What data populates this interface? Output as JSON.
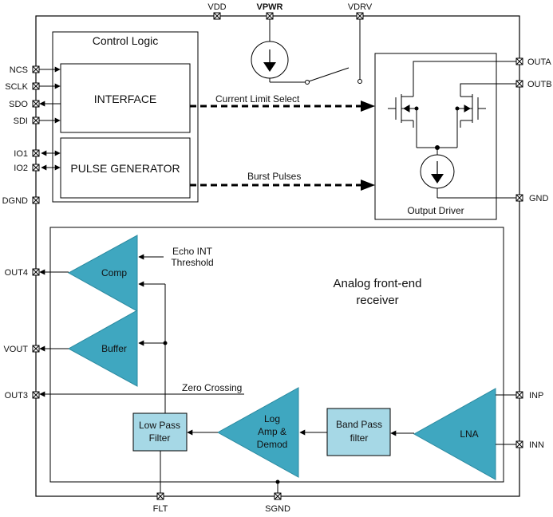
{
  "pins": {
    "vdd": "VDD",
    "vpwr": "VPWR",
    "vdrv": "VDRV",
    "ncs": "NCS",
    "sclk": "SCLK",
    "sdo": "SDO",
    "sdi": "SDI",
    "io1": "IO1",
    "io2": "IO2",
    "dgnd": "DGND",
    "outa": "OUTA",
    "outb": "OUTB",
    "gnd": "GND",
    "out4": "OUT4",
    "vout": "VOUT",
    "out3": "OUT3",
    "inp": "INP",
    "inn": "INN",
    "flt": "FLT",
    "sgnd": "SGND"
  },
  "blocks": {
    "control_logic": "Control Logic",
    "interface": "INTERFACE",
    "pulse_generator": "PULSE GENERATOR",
    "output_driver": "Output Driver",
    "comp": "Comp",
    "buffer": "Buffer",
    "low_pass_filter_1": "Low Pass",
    "low_pass_filter_2": "Filter",
    "log_amp_1": "Log",
    "log_amp_2": "Amp &",
    "log_amp_3": "Demod",
    "band_pass_1": "Band Pass",
    "band_pass_2": "filter",
    "lna": "LNA",
    "afe_1": "Analog front-end",
    "afe_2": "receiver"
  },
  "signals": {
    "current_limit_select": "Current Limit Select",
    "burst_pulses": "Burst Pulses",
    "echo_int_1": "Echo INT",
    "echo_int_2": "Threshold",
    "zero_crossing": "Zero Crossing"
  },
  "colors": {
    "amp_fill": "#3fa7c0",
    "filter_fill": "#a6d8e6",
    "line": "#000000"
  }
}
